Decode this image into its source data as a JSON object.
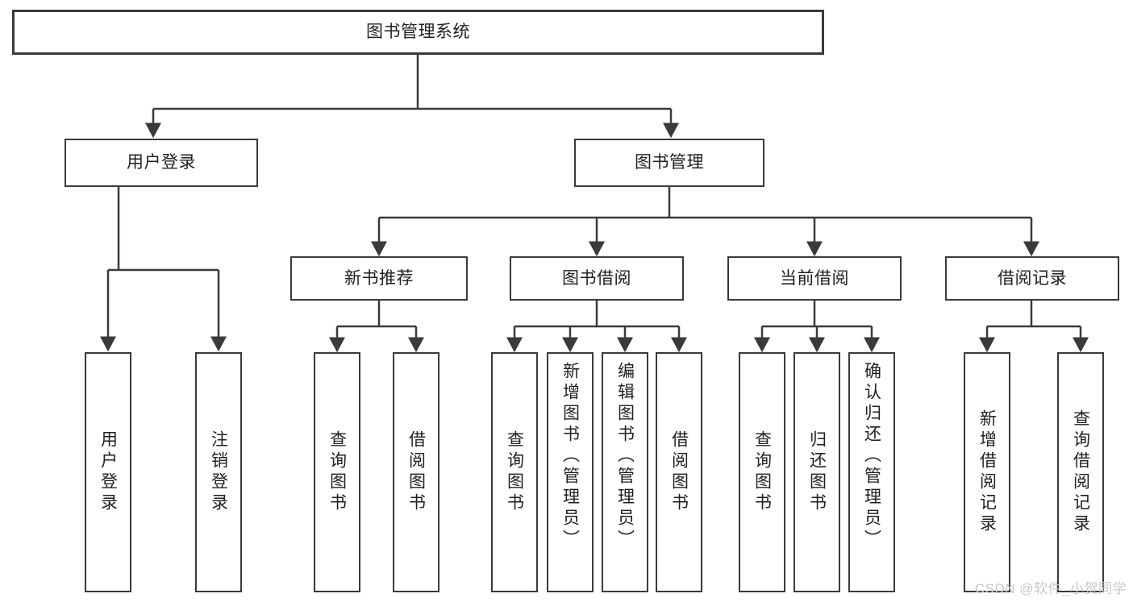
{
  "diagram": {
    "type": "tree-hierarchy",
    "title": "图书管理系统",
    "root": {
      "label": "图书管理系统"
    },
    "level1": [
      {
        "id": "user-login",
        "label": "用户登录"
      },
      {
        "id": "book-manage",
        "label": "图书管理"
      }
    ],
    "level2": [
      {
        "id": "new-book-recommend",
        "label": "新书推荐",
        "parent": "book-manage"
      },
      {
        "id": "book-borrow",
        "label": "图书借阅",
        "parent": "book-manage"
      },
      {
        "id": "current-borrow",
        "label": "当前借阅",
        "parent": "book-manage"
      },
      {
        "id": "borrow-record",
        "label": "借阅记录",
        "parent": "book-manage"
      }
    ],
    "leaves": [
      {
        "id": "leaf-user-login",
        "label": "用户登录",
        "parent": "user-login"
      },
      {
        "id": "leaf-logout",
        "label": "注销登录",
        "parent": "user-login"
      },
      {
        "id": "leaf-query-book-1",
        "label": "查询图书",
        "parent": "new-book-recommend"
      },
      {
        "id": "leaf-borrow-book-1",
        "label": "借阅图书",
        "parent": "new-book-recommend"
      },
      {
        "id": "leaf-query-book-2",
        "label": "查询图书",
        "parent": "book-borrow"
      },
      {
        "id": "leaf-add-book",
        "label": "新增图书（管理员）",
        "parent": "book-borrow"
      },
      {
        "id": "leaf-edit-book",
        "label": "编辑图书（管理员）",
        "parent": "book-borrow"
      },
      {
        "id": "leaf-borrow-book-2",
        "label": "借阅图书",
        "parent": "book-borrow"
      },
      {
        "id": "leaf-query-book-3",
        "label": "查询图书",
        "parent": "current-borrow"
      },
      {
        "id": "leaf-return-book",
        "label": "归还图书",
        "parent": "current-borrow"
      },
      {
        "id": "leaf-confirm-return",
        "label": "确认归还（管理员）",
        "parent": "current-borrow"
      },
      {
        "id": "leaf-add-record",
        "label": "新增借阅记录",
        "parent": "borrow-record"
      },
      {
        "id": "leaf-query-record",
        "label": "查询借阅记录",
        "parent": "borrow-record"
      }
    ],
    "colors": {
      "box_border": "#3a3a3a",
      "box_fill": "#ffffff",
      "connector": "#3a3a3a",
      "text": "#1f1f1f",
      "background": "#ffffff",
      "watermark": "#c9c9c9"
    }
  },
  "watermark": {
    "text": "CSDN @软件_小贺同学"
  }
}
